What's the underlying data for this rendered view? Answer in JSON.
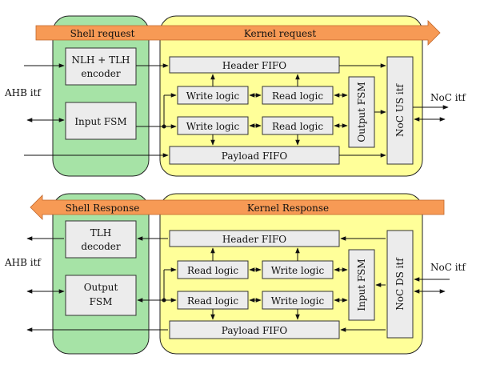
{
  "colors": {
    "shell_green": "#a6e3a6",
    "kernel_yellow": "#ffff99",
    "arrow_orange": "#f79a55",
    "block_gray": "#ececec"
  },
  "top": {
    "shell_title": "Shell request",
    "kernel_title": "Kernel request",
    "encoder_line1": "NLH + TLH",
    "encoder_line2": "encoder",
    "input_fsm": "Input FSM",
    "header_fifo": "Header FIFO",
    "write_logic_1": "Write logic",
    "read_logic_1": "Read logic",
    "write_logic_2": "Write logic",
    "read_logic_2": "Read logic",
    "output_fsm": "Output FSM",
    "noc_itf_block": "NoC US itf",
    "payload_fifo": "Payload FIFO",
    "ahb_label": "AHB itf",
    "noc_label": "NoC itf"
  },
  "bottom": {
    "shell_title": "Shell Response",
    "kernel_title": "Kernel Response",
    "decoder_line1": "TLH",
    "decoder_line2": "decoder",
    "output_fsm_line1": "Output",
    "output_fsm_line2": "FSM",
    "header_fifo": "Header FIFO",
    "read_logic_1": "Read logic",
    "write_logic_1": "Write logic",
    "read_logic_2": "Read logic",
    "write_logic_2": "Write logic",
    "input_fsm": "Input FSM",
    "noc_itf_block": "NoC DS itf",
    "payload_fifo": "Payload FIFO",
    "ahb_label": "AHB itf",
    "noc_label": "NoC itf"
  }
}
